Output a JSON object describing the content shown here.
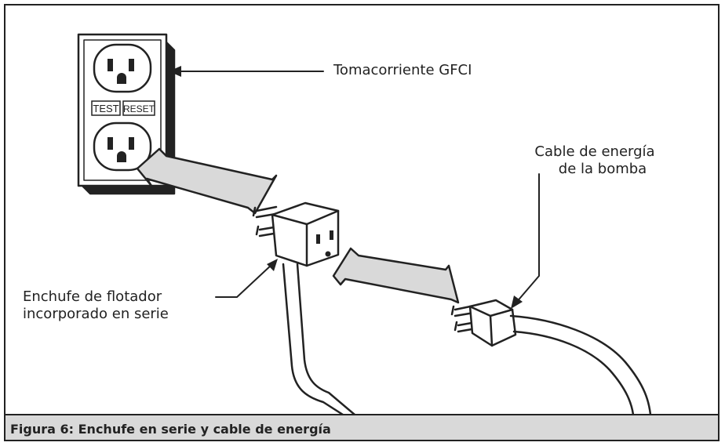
{
  "labels": {
    "gfci_outlet": "Tomacorriente GFCI",
    "test_button": "TEST",
    "reset_button": "RESET",
    "pump_cord_line1": "Cable de energía",
    "pump_cord_line2": "de la bomba",
    "float_plug_line1": "Enchufe de flotador",
    "float_plug_line2": "incorporado en serie"
  },
  "caption": "Figura 6: Enchufe en serie y cable de energía",
  "colors": {
    "line": "#222222",
    "arrow_fill": "#d9d9d9",
    "caption_bg": "#d9d9d9",
    "background": "#ffffff"
  }
}
